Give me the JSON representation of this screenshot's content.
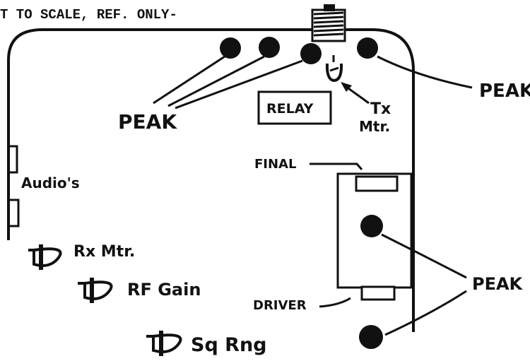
{
  "header_note": "T TO SCALE, REF. ONLY-",
  "labels": {
    "peak_left": "PEAK",
    "peak_right_top": "PEAK",
    "peak_right_bottom": "PEAK",
    "relay": "RELAY",
    "tx_meter_line1": "Tx",
    "tx_meter_line2": "Mtr.",
    "audios": "Audio's",
    "final": "FINAL",
    "driver": "DRIVER",
    "rx_meter": "Rx Mtr.",
    "rf_gain": "RF Gain",
    "sq_rng": "Sq Rng"
  },
  "colors": {
    "ink": "#111111",
    "paper": "#ffffff"
  }
}
